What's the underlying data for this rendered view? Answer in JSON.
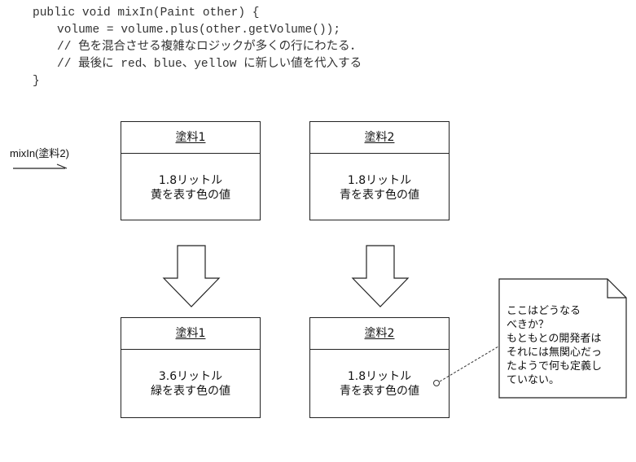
{
  "code": {
    "lines": [
      "public void mixIn(Paint other) {",
      "volume = volume.plus(other.getVolume());",
      "// 色を混合させる複雑なロジックが多くの行にわたる．",
      "// 最後に red、blue、yellow に新しい値を代入する",
      "}"
    ]
  },
  "message": {
    "label": "mixIn(塗料2)"
  },
  "boxes": [
    {
      "title": "塗料1",
      "line1": "1.8リットル",
      "line2": "黄を表す色の値"
    },
    {
      "title": "塗料2",
      "line1": "1.8リットル",
      "line2": "青を表す色の値"
    },
    {
      "title": "塗料1",
      "line1": "3.6リットル",
      "line2": "緑を表す色の値"
    },
    {
      "title": "塗料2",
      "line1": "1.8リットル",
      "line2": "青を表す色の値"
    }
  ],
  "note": {
    "lines": [
      "ここはどうなる",
      "べきか？",
      "もともとの開発者は",
      "それには無関心だっ",
      "たようで何も定義し",
      "ていない。"
    ]
  }
}
